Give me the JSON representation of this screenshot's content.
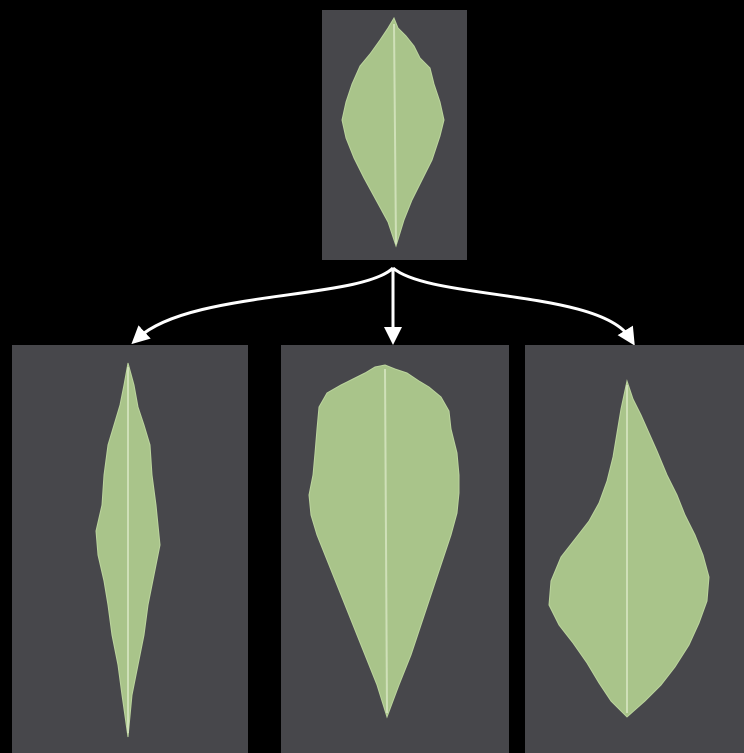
{
  "diagram": {
    "kind": "leaf-shape-variation-tree",
    "nodes": [
      {
        "id": "parent",
        "shape": "leaf-ovate-lanceolate"
      },
      {
        "id": "child-1",
        "shape": "leaf-narrow-lanceolate"
      },
      {
        "id": "child-2",
        "shape": "leaf-broad-ovate"
      },
      {
        "id": "child-3",
        "shape": "leaf-rhomboid"
      }
    ],
    "edges": [
      {
        "from": "parent",
        "to": "child-1"
      },
      {
        "from": "parent",
        "to": "child-2"
      },
      {
        "from": "parent",
        "to": "child-3"
      }
    ],
    "colors": {
      "background": "#000000",
      "panel": "#47474b",
      "leaf_fill": "#a9c48a",
      "leaf_vein": "#cfe0b8",
      "arrow": "#ffffff"
    }
  }
}
